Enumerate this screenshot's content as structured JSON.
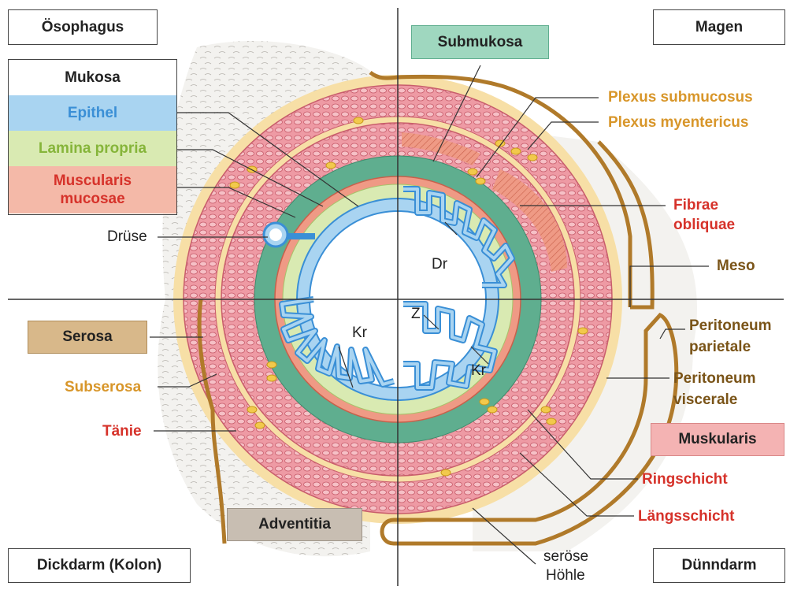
{
  "quadrants": {
    "top_left": "Ösophagus",
    "top_right": "Magen",
    "bottom_left": "Dickdarm (Kolon)",
    "bottom_right": "Dünndarm"
  },
  "mucosa_legend": {
    "title": "Mukosa",
    "epithel": "Epithel",
    "lamina_propria": "Lamina propria",
    "muscularis_mucosae_1": "Muscularis",
    "muscularis_mucosae_2": "mucosae"
  },
  "labels": {
    "druese": "Drüse",
    "submukosa": "Submukosa",
    "plexus_submucosus": "Plexus submucosus",
    "plexus_myentericus": "Plexus myentericus",
    "fibrae_obliquae_1": "Fibrae",
    "fibrae_obliquae_2": "obliquae",
    "meso": "Meso",
    "dr": "Dr",
    "kr_left": "Kr",
    "kr_right": "Kr",
    "z": "Z",
    "serosa": "Serosa",
    "subserosa": "Subserosa",
    "taenie": "Tänie",
    "peritoneum_parietale_1": "Peritoneum",
    "peritoneum_parietale_2": "parietale",
    "peritoneum_viscerale_1": "Peritoneum",
    "peritoneum_viscerale_2": "viscerale",
    "muskularis": "Muskularis",
    "ringschicht": "Ringschicht",
    "laengsschicht": "Längsschicht",
    "adventitia": "Adventitia",
    "seroese_hoehle_1": "seröse",
    "seroese_hoehle_2": "Höhle"
  },
  "colors": {
    "epithel": "#a9d4f1",
    "epithel_stroke": "#3a8fd6",
    "lamina_propria": "#d9eab2",
    "muscularis_mucosae": "#ef9a85",
    "submukosa": "#5fae8f",
    "muskularis": "#ee9aa4",
    "serosa": "#f7dfa6",
    "serosa_line": "#b07a2a",
    "mukosa_header": "#ffffff",
    "serosa_box": "#d8b88a",
    "submukosa_box": "#9fd7bf",
    "adventitia_box": "#c8beb2",
    "muskularis_box": "#f4b3b3",
    "label_gold": "#d8962a",
    "label_red": "#d6322a",
    "label_brown": "#7a5418",
    "label_blue": "#3a8fd6",
    "label_green": "#86b53a"
  }
}
